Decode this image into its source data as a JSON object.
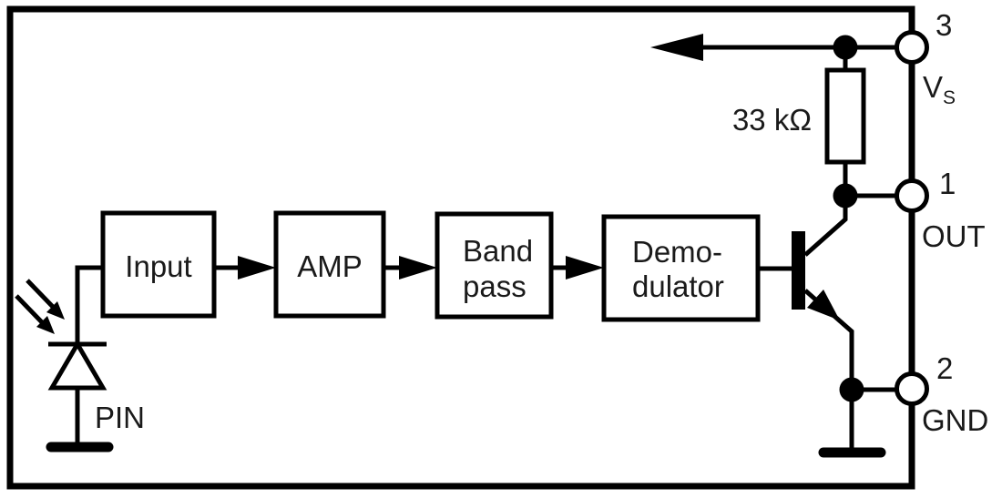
{
  "figure": {
    "description": "IR receiver module internal block diagram",
    "ink_color": "#000000",
    "background_color": "#ffffff"
  },
  "blocks": {
    "input": {
      "label": "Input"
    },
    "amp": {
      "label": "AMP"
    },
    "bandpass": {
      "line1": "Band",
      "line2": "pass"
    },
    "demodulator": {
      "line1": "Demo-",
      "line2": "dulator"
    }
  },
  "components": {
    "resistor_label": "33 kΩ",
    "photodiode_label": "PIN"
  },
  "pins": {
    "vs": {
      "number": "3",
      "name": "V",
      "name_subscript": "S"
    },
    "out": {
      "number": "1",
      "name": "OUT"
    },
    "gnd": {
      "number": "2",
      "name": "GND"
    }
  }
}
